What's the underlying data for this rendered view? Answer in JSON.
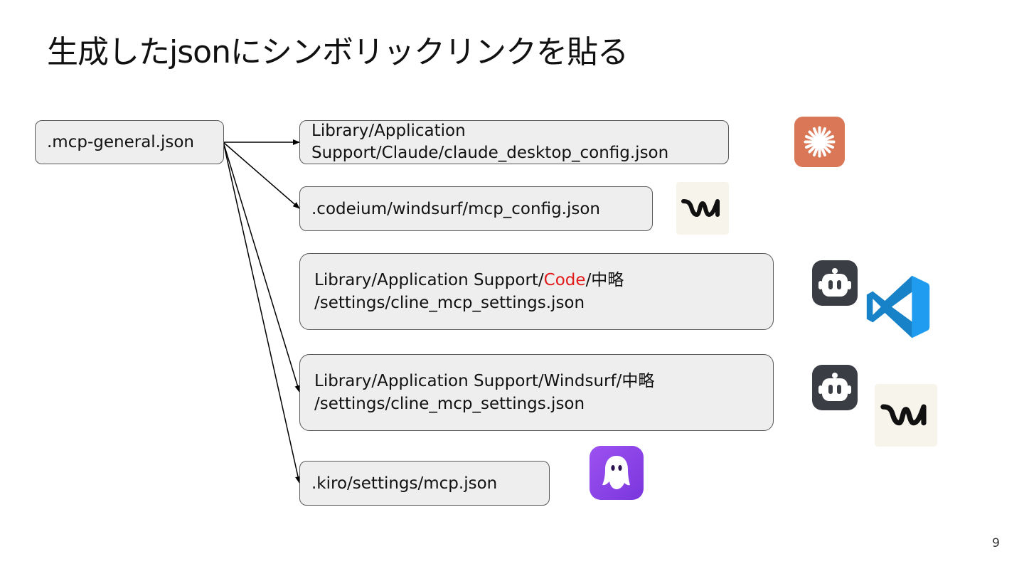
{
  "slide": {
    "title": "生成したjsonにシンボリックリンクを貼る",
    "page_number": "9"
  },
  "source": {
    "label": ".mcp-general.json"
  },
  "targets": {
    "claude": {
      "line1": "Library/Application",
      "line2": "Support/Claude/claude_desktop_config.json"
    },
    "windsurf": {
      "label": ".codeium/windsurf/mcp_config.json"
    },
    "cline_code": {
      "line1_prefix": "Library/Application Support/",
      "line1_highlight": "Code",
      "line1_suffix": "/中略",
      "line2": "/settings/cline_mcp_settings.json",
      "highlight_color": "#e11b1b"
    },
    "cline_windsurf": {
      "line1": "Library/Application Support/Windsurf/中略",
      "line2": "/settings/cline_mcp_settings.json"
    },
    "kiro": {
      "label": ".kiro/settings/mcp.json"
    }
  },
  "logos": {
    "claude": {
      "icon": "claude-asterisk-icon",
      "color": "#d97757"
    },
    "windsurf": {
      "icon": "windsurf-icon",
      "color": "#f7f4ec"
    },
    "cline": {
      "icon": "cline-robot-icon",
      "color": "#3a3d44"
    },
    "vscode": {
      "icon": "vscode-icon",
      "color": "#23a9f2"
    },
    "kiro": {
      "icon": "kiro-ghost-icon",
      "color": "#8d44e6"
    }
  }
}
